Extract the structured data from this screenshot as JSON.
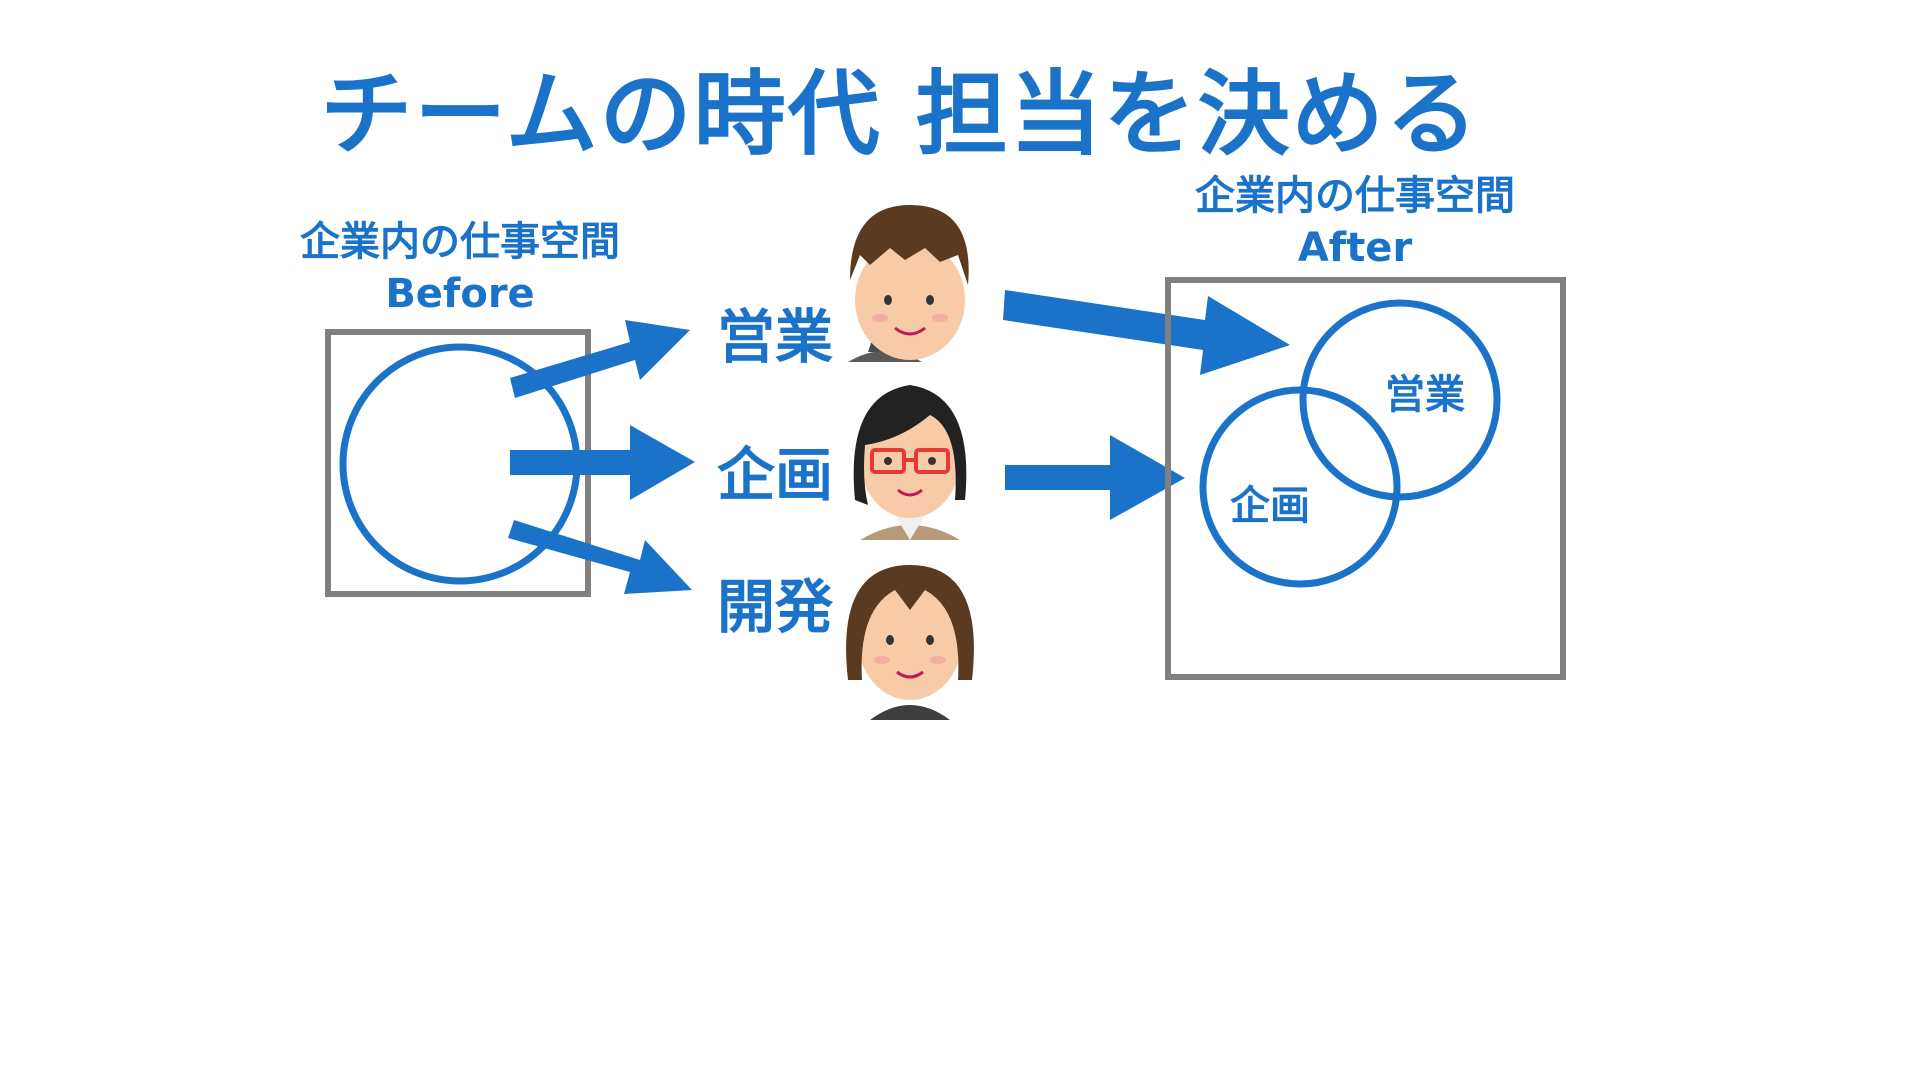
{
  "title": "チームの時代 担当を決める",
  "before": {
    "caption": "企業内の仕事空間",
    "sub": "Before"
  },
  "after": {
    "caption": "企業内の仕事空間",
    "sub": "After"
  },
  "departments": [
    "営業",
    "企画",
    "開発"
  ],
  "venn": {
    "upper": "営業",
    "lower": "企画"
  },
  "colors": {
    "accent": "#1a73c8",
    "frame": "#808080"
  }
}
